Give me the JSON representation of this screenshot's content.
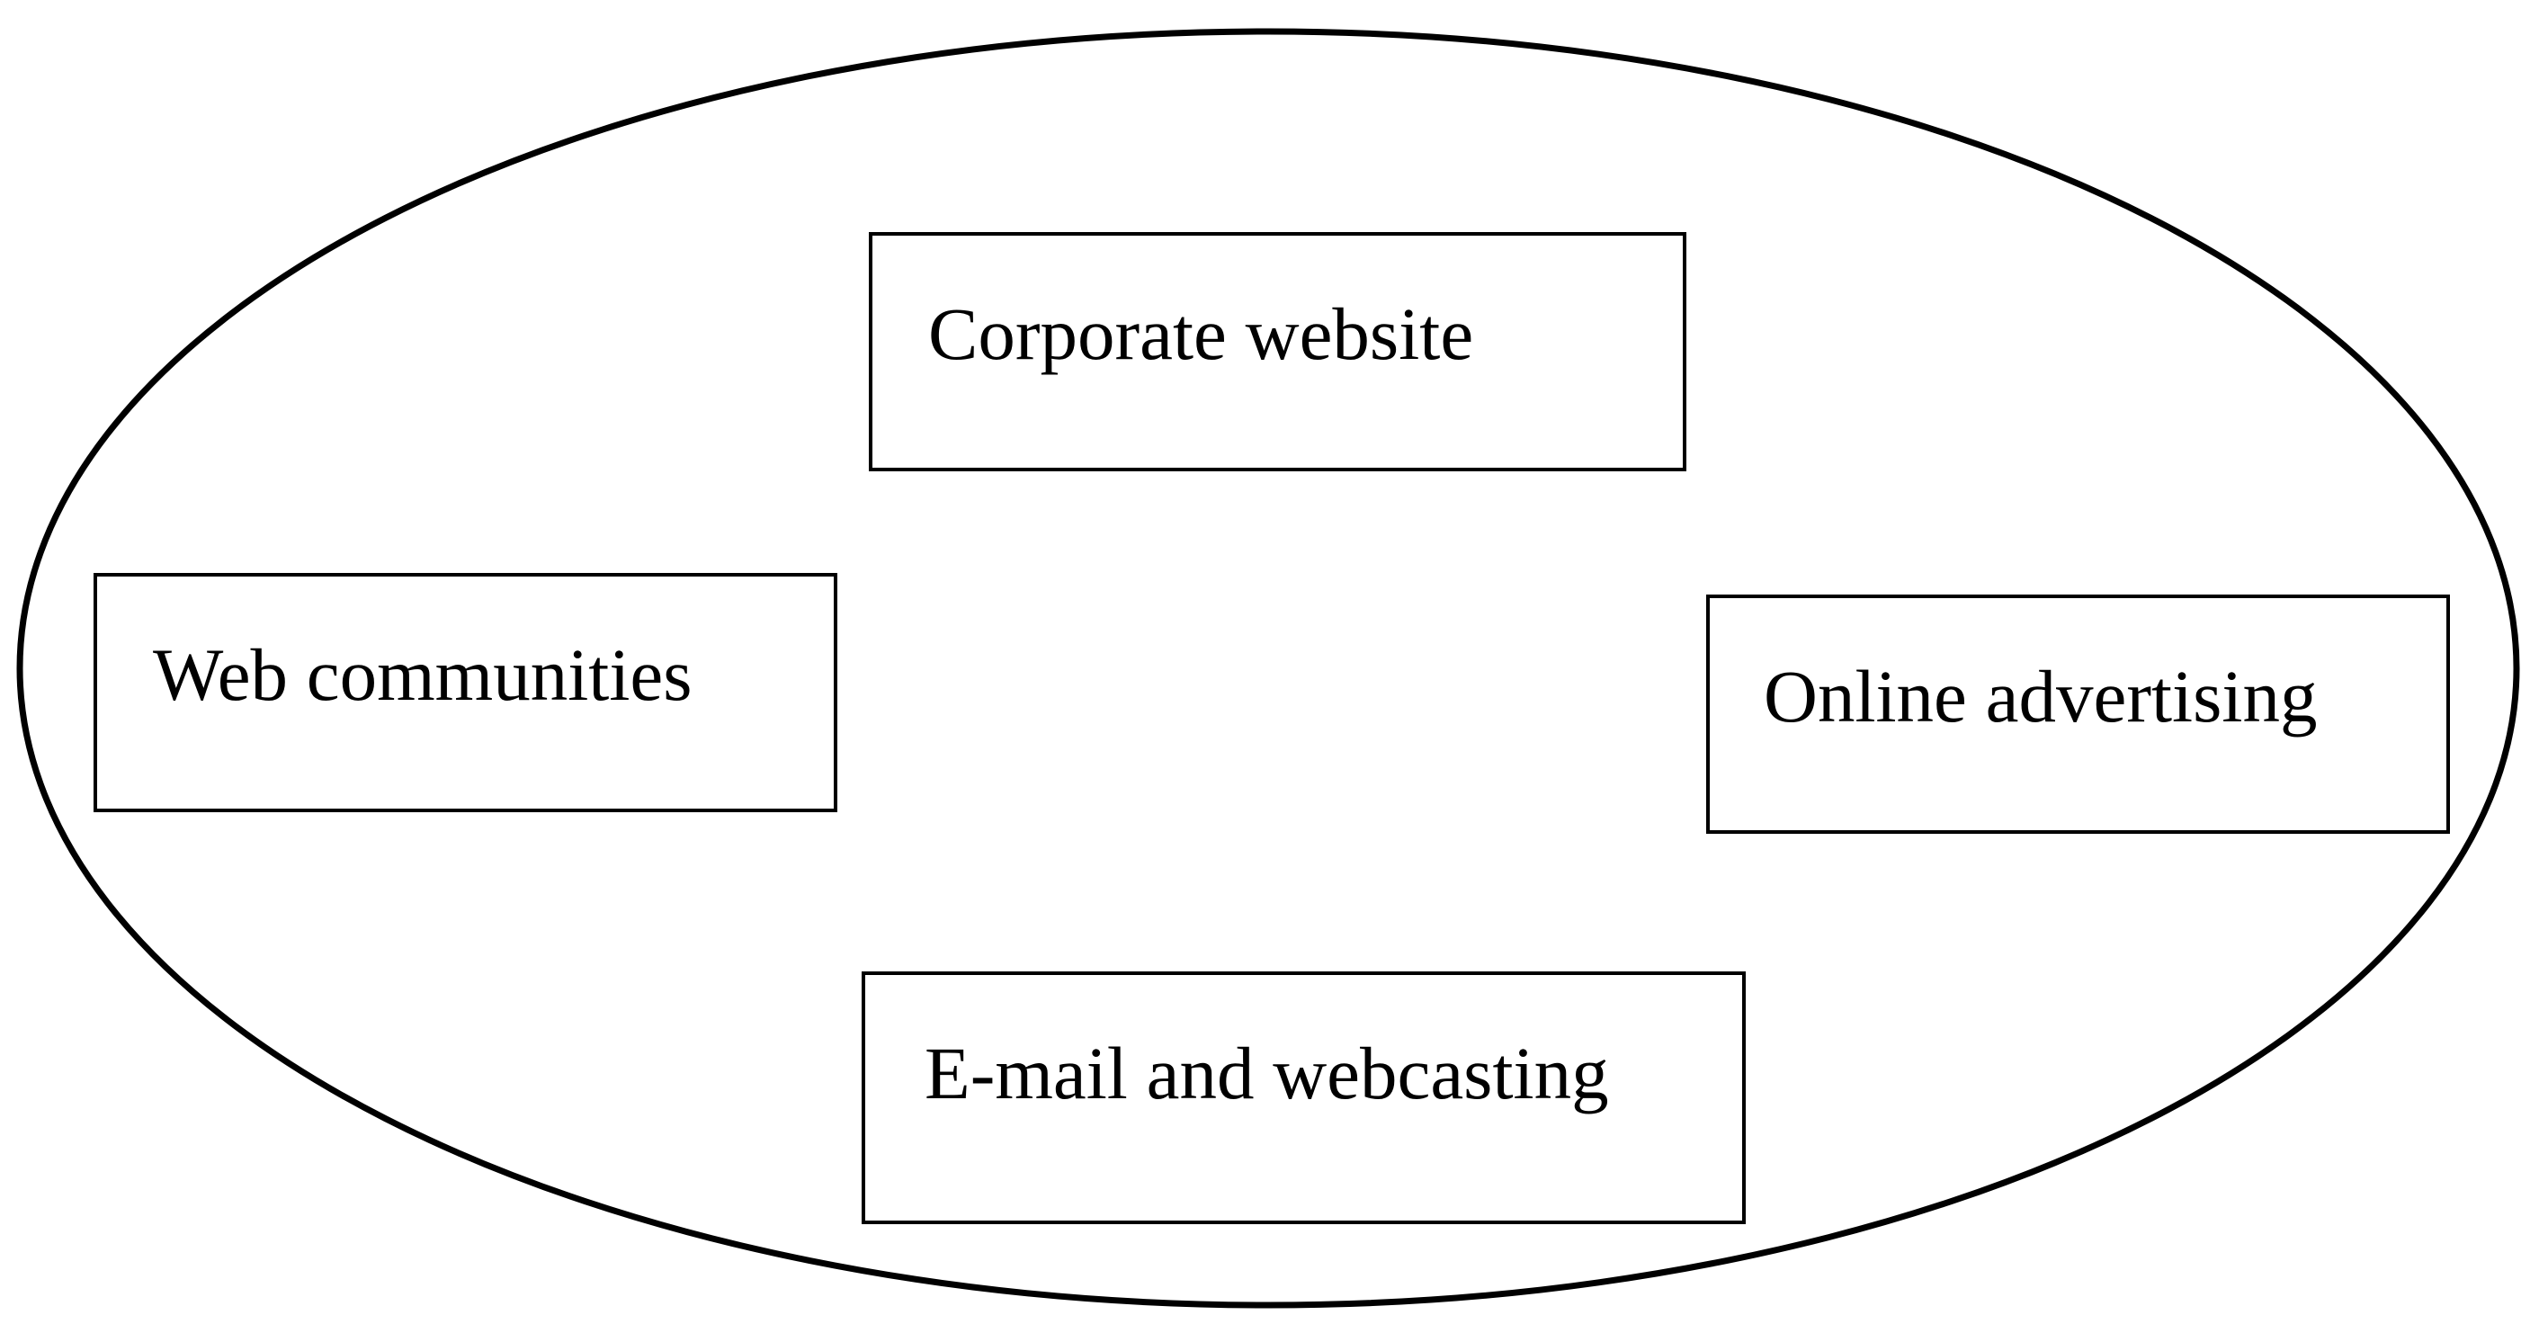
{
  "diagram": {
    "nodes": [
      {
        "id": "corporate",
        "label": "Corporate website"
      },
      {
        "id": "web",
        "label": "Web communities"
      },
      {
        "id": "online",
        "label": "Online advertising"
      },
      {
        "id": "email",
        "label": "E-mail and webcasting"
      }
    ]
  }
}
